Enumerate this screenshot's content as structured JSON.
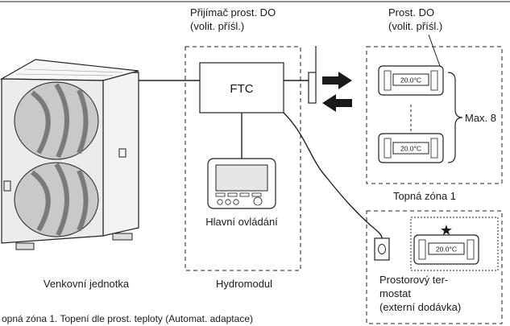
{
  "labels": {
    "receiver": [
      "Přijímač prost. DO",
      "(volit. příśl.)"
    ],
    "remote_sensor": [
      "Prost. DO",
      "(volit. příśl.)"
    ],
    "ftc": "FTC",
    "main_controller": "Hlavní ovládání",
    "outdoor_unit": "Venkovní jednotka",
    "hydromodule": "Hydromodul",
    "max_count": "Max. 8",
    "heating_zone": "Topná zóna 1",
    "room_thermostat": [
      "Prostorový ter-",
      "mostat",
      "(externí dodávka)"
    ],
    "star": "★",
    "footer": "opná zóna 1. Topení dle prost. teploty (Automat. adaptace)"
  },
  "displays": {
    "sensor_top": "20.0°C",
    "sensor_bottom": "20.0°C",
    "thermostat": "20.0°C"
  },
  "colors": {
    "line": "#222222",
    "unit_body": "#e8e8e8",
    "fan": "#bdbdbd",
    "background": "#ffffff"
  }
}
